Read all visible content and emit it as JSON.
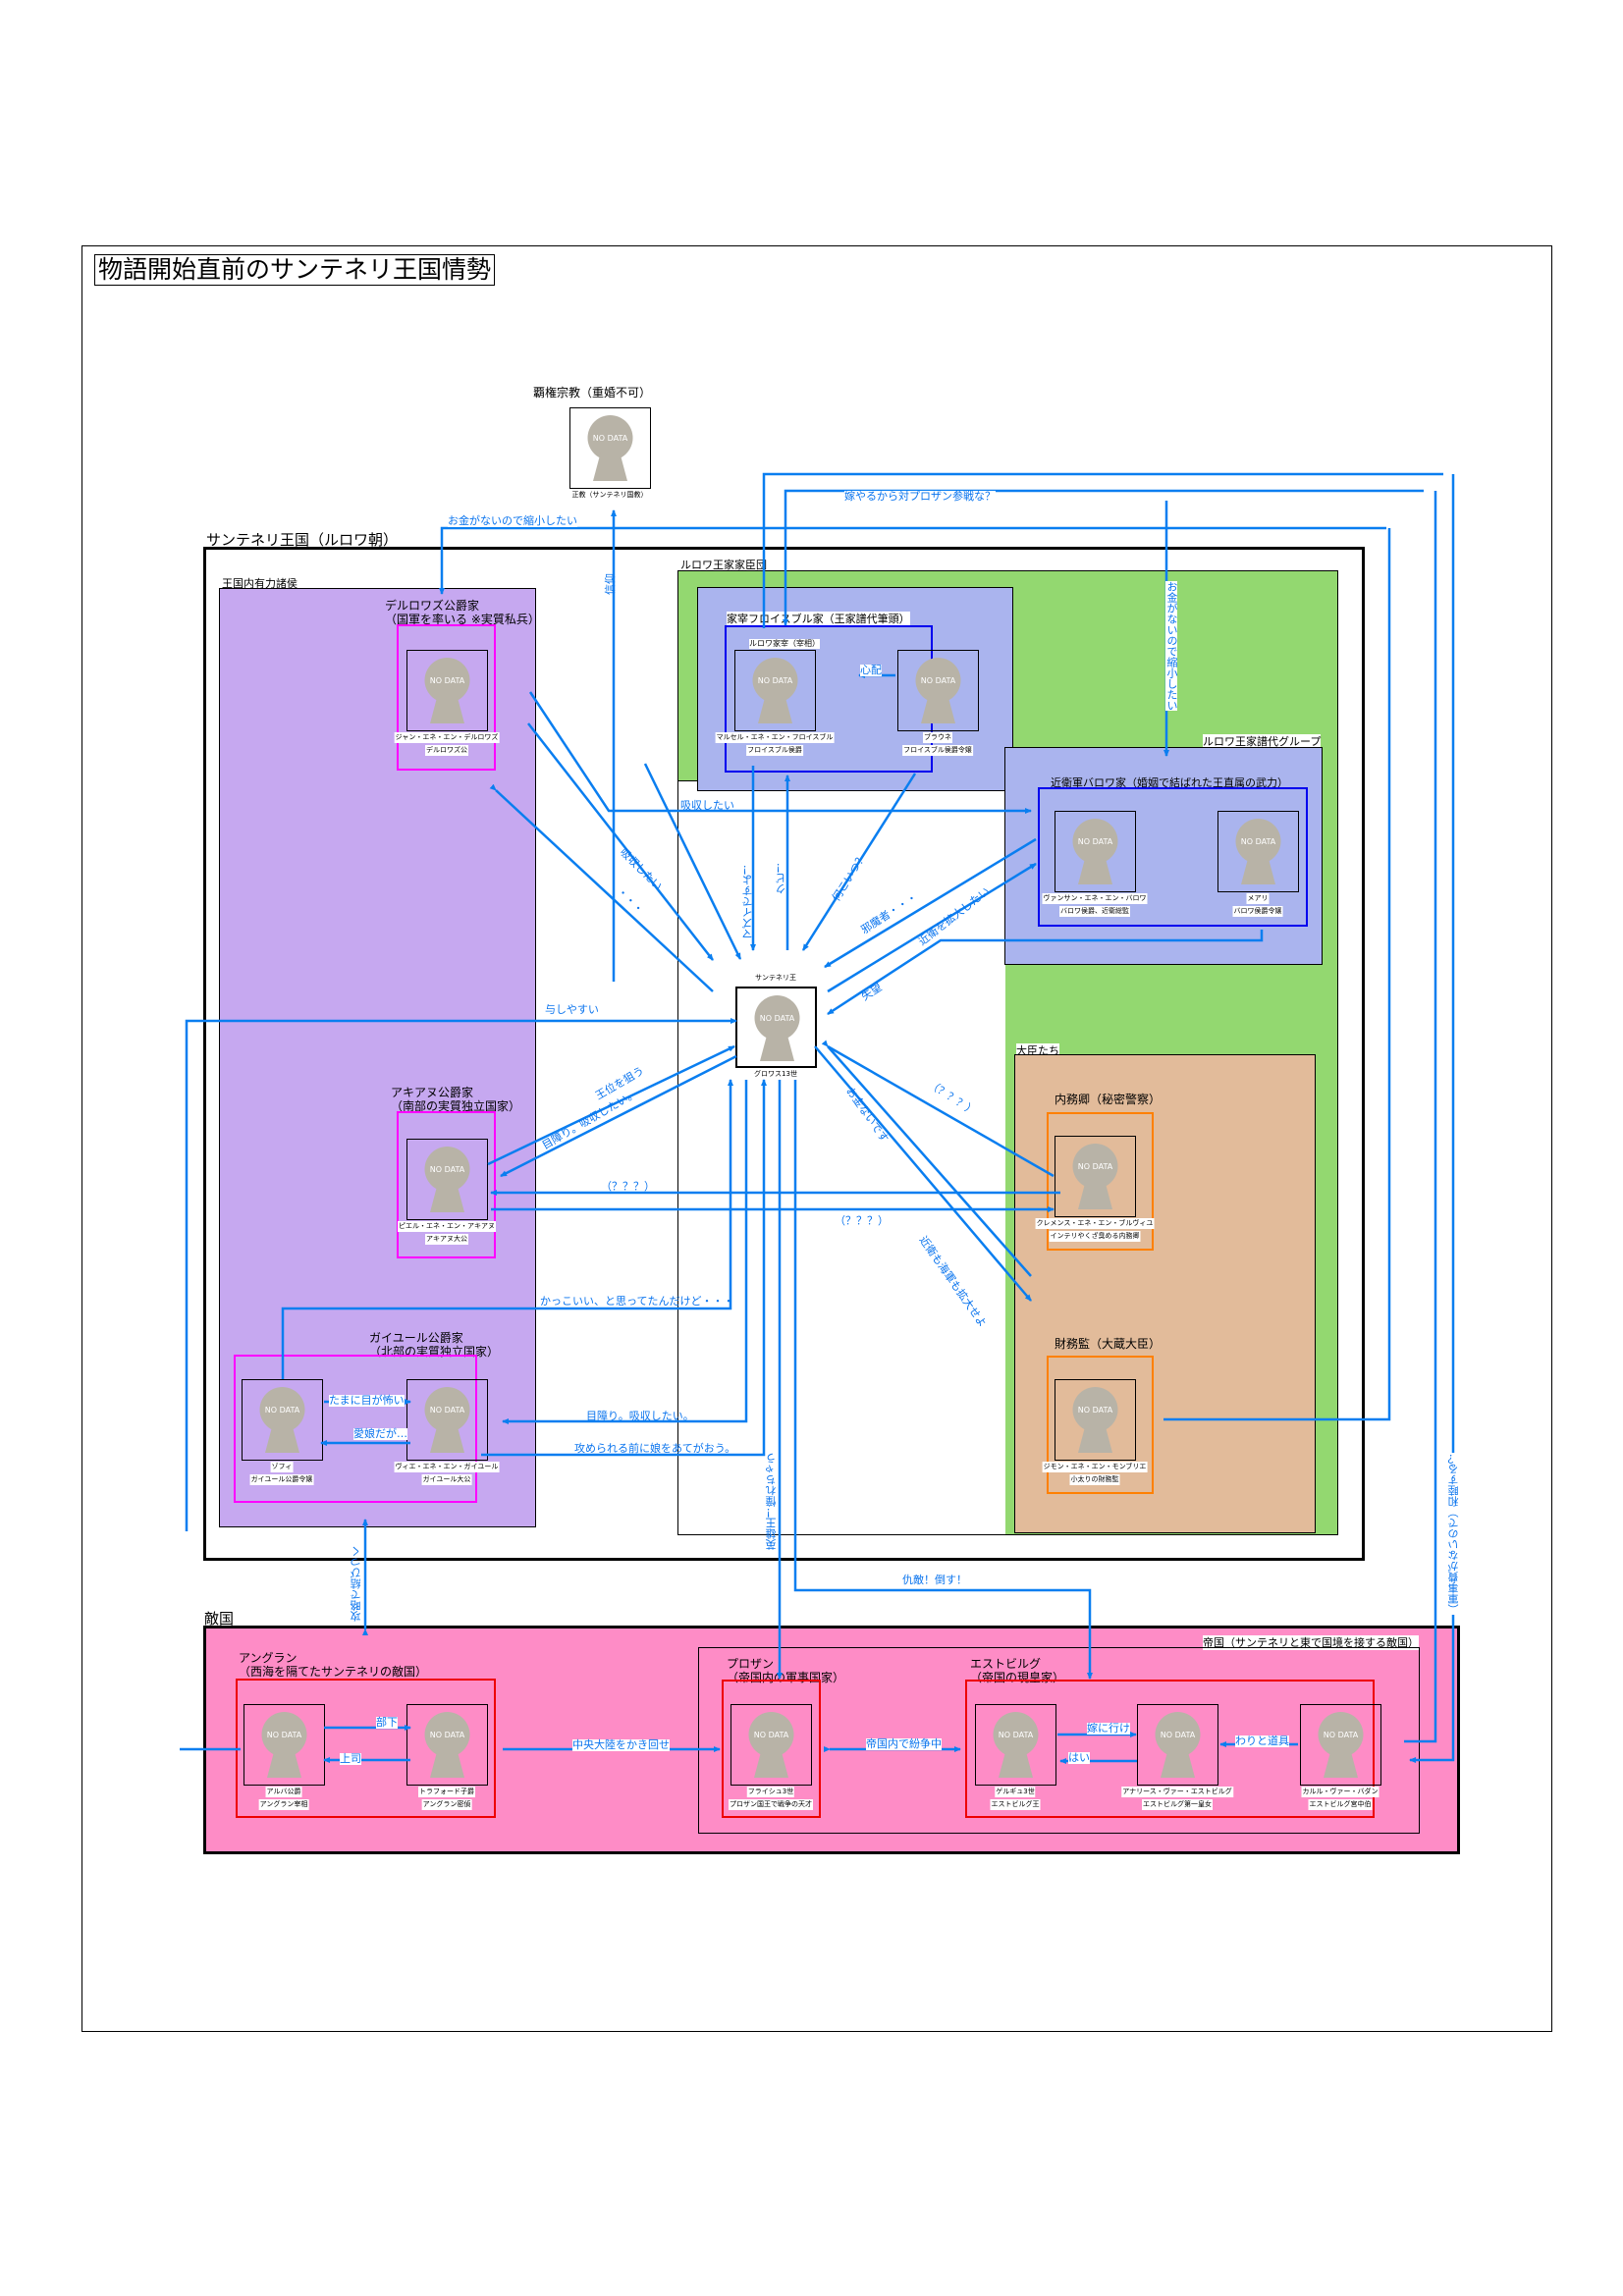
{
  "title": "物語開始直前のサンテネリ王国情勢",
  "placeholder_text": "NO DATA",
  "colors": {
    "arrow": "#0a7ef0",
    "nobles_bg": "#c6a8f0",
    "retainers_bg": "#93d870",
    "royal_family_bg": "#aab4ee",
    "ministers_bg": "#e2bb9a",
    "enemy_bg": "#fe8cc6",
    "magenta_border": "#ff00ff",
    "blue_border": "#0000ee",
    "orange_border": "#ff8000",
    "red_border": "#ee0000"
  },
  "religion": {
    "label": "覇権宗教（重婚不可）",
    "person": "正教（サンテネリ国教）"
  },
  "kingdom": {
    "label": "サンテネリ王国（ルロワ朝）",
    "king": {
      "title": "サンテネリ王",
      "name": "グロワス13世"
    }
  },
  "nobles": {
    "label": "王国内有力諸侯",
    "delroz": {
      "label": "デルロワズ公爵家\n（国軍を率いる ※実質私兵）",
      "person": {
        "line1": "ジャン・エネ・エン・デルロワズ",
        "line2": "デルロワズ公"
      }
    },
    "akiaz": {
      "label": "アキアヌ公爵家\n（南部の実質独立国家）",
      "person": {
        "line1": "ピエル・エネ・エン・アキアヌ",
        "line2": "アキアヌ大公"
      }
    },
    "gaiyule": {
      "label": "ガイユール公爵家\n（北部の実質独立国家）",
      "person_a": {
        "line1": "ゾフィ",
        "line2": "ガイユール公爵令嬢"
      },
      "person_b": {
        "line1": "ヴィエ・エネ・エン・ガイユール",
        "line2": "ガイユール大公"
      }
    }
  },
  "retainers": {
    "label": "ルロワ王家家臣団",
    "fluisple": {
      "label": "家宰フロイスブル家（王家譜代筆頭）",
      "role": "ルロワ家宰（宰相）",
      "person_a": {
        "line1": "マルセル・エネ・エン・フロイスブル",
        "line2": "フロイスブル侯爵"
      },
      "person_b": {
        "line1": "ブラウネ",
        "line2": "フロイスブル侯爵令嬢"
      }
    },
    "hereditary_group": "ルロワ王家譜代グループ",
    "barowa": {
      "label": "近衛軍バロワ家（婚姻で結ばれた王直属の武力）",
      "person_a": {
        "line1": "ヴァンサン・エネ・エン・バロワ",
        "line2": "バロワ侯爵、近衛総監"
      },
      "person_b": {
        "line1": "メアリ",
        "line2": "バロワ侯爵令嬢"
      }
    },
    "ministers": {
      "label": "大臣たち",
      "interior": {
        "label": "内務卿（秘密警察）",
        "person": {
          "line1": "クレメンス・エネ・エン・ブルヴィユ",
          "line2": "インテリやくざ臭める内務卿"
        }
      },
      "finance": {
        "label": "財務監（大蔵大臣）",
        "person": {
          "line1": "ジモン・エネ・エン・モンブリエ",
          "line2": "小太りの財務監"
        }
      }
    }
  },
  "enemies": {
    "label": "敵国",
    "angran": {
      "label": "アングラン\n（西海を隔てたサンテネリの敵国）",
      "person_a": {
        "line1": "アルバ公爵",
        "line2": "アングラン宰相"
      },
      "person_b": {
        "line1": "トラフォード子爵",
        "line2": "アングラン密偵"
      }
    },
    "empire": {
      "label": "帝国（サンテネリと東で国境を接する敵国）",
      "prozan": {
        "label": "プロザン\n（帝国内の軍事国家）",
        "person": {
          "line1": "フライシュ3世",
          "line2": "プロザン国王で戦争の天才"
        }
      },
      "estbirg": {
        "label": "エストビルグ\n（帝国の現皇家）",
        "person_a": {
          "line1": "ゲルギュ3世",
          "line2": "エストビルグ王"
        },
        "person_b": {
          "line1": "アナリース・ヴァー・エストビルグ",
          "line2": "エストビルグ第一皇女"
        },
        "person_c": {
          "line1": "カルル・ヴァー・バダン",
          "line2": "エストビルグ宮中伯"
        }
      }
    }
  },
  "relations": {
    "religion_faith": "信仰",
    "shrink_army": "お金がないので縮小したい",
    "bride_anti_prozan": "嫁やるから対プロザン参戦な？",
    "shrink_guard": "お金がないので縮小したい",
    "worry": "心配",
    "absorb_want": "吸収したい",
    "delroz_absorb": "吸収したい",
    "delroz_dots": "・・・",
    "masui": "マズイですよ！",
    "kubi": "クビ！",
    "nanikoitsu": "何こいつ？",
    "jamamono": "邪魔者・・・",
    "expand_guard": "近衛を拡大したい",
    "disappointed": "失望",
    "easy_to_handle": "与しやすい",
    "aim_throne": "王位を狙う",
    "akiaz_eyesore": "目障り。吸収したい。",
    "unknown_1": "（？？？）",
    "unknown_2": "（？？？）",
    "unknown_3": "（？？？）",
    "no_money": "お金ないです",
    "expand_guard_army": "近衛も海軍も拡大せよ",
    "cool_but": "かっこいい、と思ってたんだけど・・・",
    "scary_eyes": "たまに目が怖い",
    "beloved_daughter": "愛娘だが…",
    "gaiyule_eyesore": "目障り。吸収したい。",
    "offer_daughter": "攻められる前に娘をあてがおう。",
    "hero_king": "英雄王！憧れちゃう",
    "enemy_defeat": "仇敵！倒す！",
    "peace_q": "（軍事費がないので）和睦する？",
    "strategic_link": "攻略で結びつく",
    "subordinate": "部下",
    "superior": "上司",
    "stir_continent": "中央大陸をかき回せ",
    "in_conflict": "帝国内で紛争中",
    "go_marry": "嫁に行け",
    "yes": "はい",
    "useful_tool": "わりと道具"
  }
}
